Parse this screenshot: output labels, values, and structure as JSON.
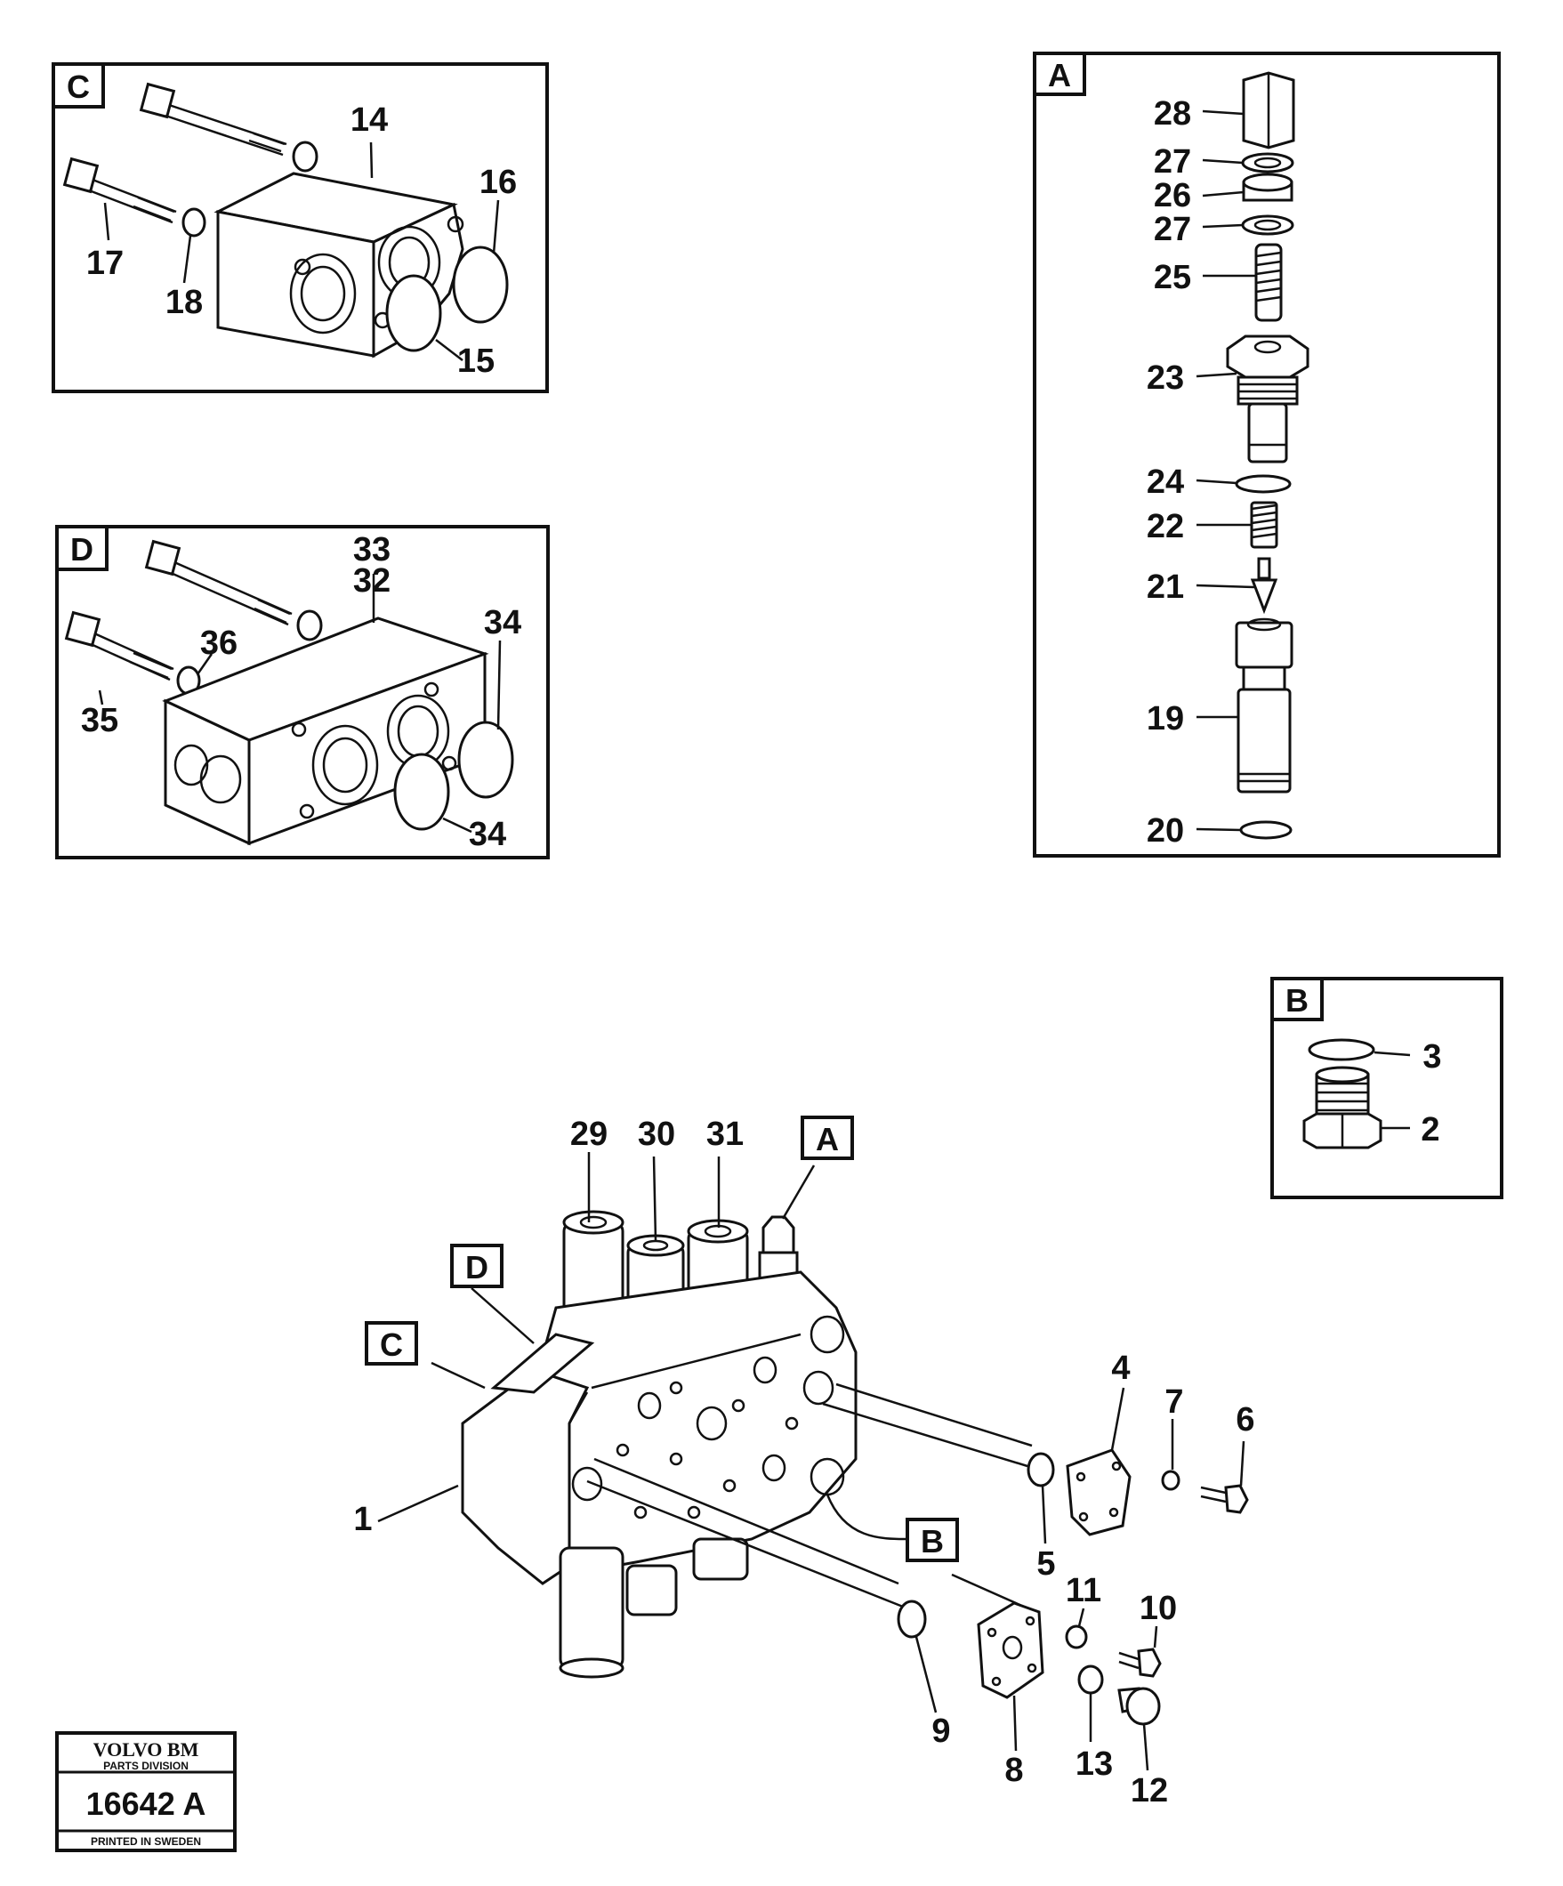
{
  "panels": {
    "c": {
      "tag": "C",
      "labels": [
        "14",
        "16",
        "15",
        "17",
        "18"
      ]
    },
    "d": {
      "tag": "D",
      "labels": [
        "33",
        "32",
        "34",
        "34",
        "36",
        "35"
      ]
    },
    "a": {
      "tag": "A",
      "labels": [
        "28",
        "27",
        "26",
        "27",
        "25",
        "23",
        "24",
        "22",
        "21",
        "19",
        "20"
      ]
    },
    "b": {
      "tag": "B",
      "labels": [
        "3",
        "2"
      ]
    }
  },
  "main": {
    "tags": [
      "A",
      "D",
      "C",
      "B"
    ],
    "labels": [
      "29",
      "30",
      "31",
      "1",
      "4",
      "7",
      "6",
      "5",
      "11",
      "10",
      "9",
      "8",
      "13",
      "12"
    ]
  },
  "logo": {
    "brand": "VOLVO BM",
    "division": "PARTS DIVISION",
    "drawing_number": "16642 A",
    "printed": "PRINTED IN SWEDEN"
  },
  "colors": {
    "ink": "#111111",
    "paper": "#ffffff"
  }
}
